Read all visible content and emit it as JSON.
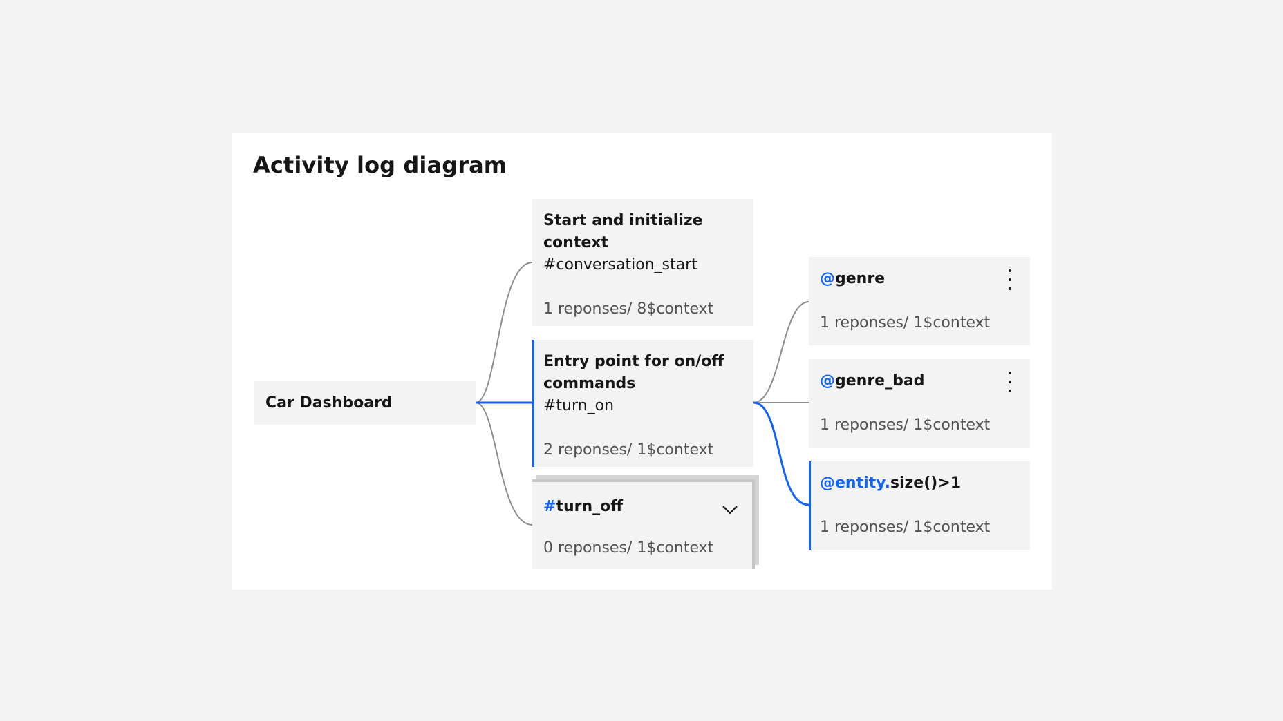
{
  "diagram": {
    "title": "Activity log diagram",
    "colors": {
      "accent": "#0f62fe",
      "connector": "#8d8d8d",
      "node_background": "#f3f3f3",
      "panel_background": "#ffffff",
      "page_background": "#f3f3f3"
    },
    "root": {
      "label": "Car Dashboard"
    },
    "level1": [
      {
        "title": "Start and initialize context",
        "subtitle": "#conversation_start",
        "stats": "1 reponses/ 8$context",
        "selected": false
      },
      {
        "title": "Entry point for on/off commands",
        "subtitle": "#turn_on",
        "stats": "2 reponses/ 1$context",
        "selected": true
      },
      {
        "prefix": "#",
        "title": "turn_off",
        "stats": "0 reponses/ 1$context",
        "selected": false,
        "icon": "chevron-down-icon",
        "stacked": true
      }
    ],
    "level2": [
      {
        "prefix": "@",
        "title": "genre",
        "stats": "1 reponses/ 1$context",
        "selected": false,
        "icon": "overflow-menu-icon"
      },
      {
        "prefix": "@",
        "title": "genre_bad",
        "stats": "1 reponses/ 1$context",
        "selected": false,
        "icon": "overflow-menu-icon"
      },
      {
        "prefix": "@entity.",
        "title": "size()>1",
        "stats": "1 reponses/ 1$context",
        "selected": true
      }
    ]
  }
}
